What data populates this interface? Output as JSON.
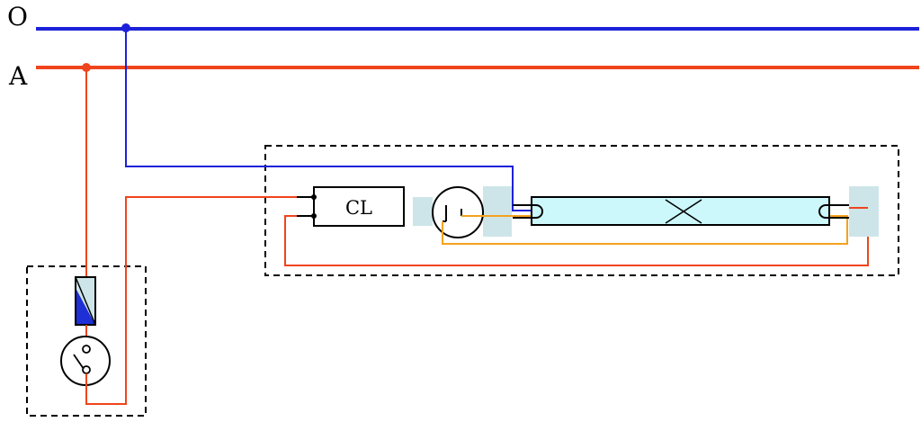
{
  "diagram": {
    "rail_top_label": "O",
    "rail_bottom_label": "A",
    "ballast_label": "CL"
  },
  "colors": {
    "neutral_wire": "#1d22d8",
    "phase_wire": "#f0441c",
    "starter_wire": "#f4a21e",
    "tube_fill": "#ccf8fb",
    "terminal_pad": "#cde5e9",
    "fuse_fill": "#1f2fd6",
    "outline": "#000000"
  }
}
